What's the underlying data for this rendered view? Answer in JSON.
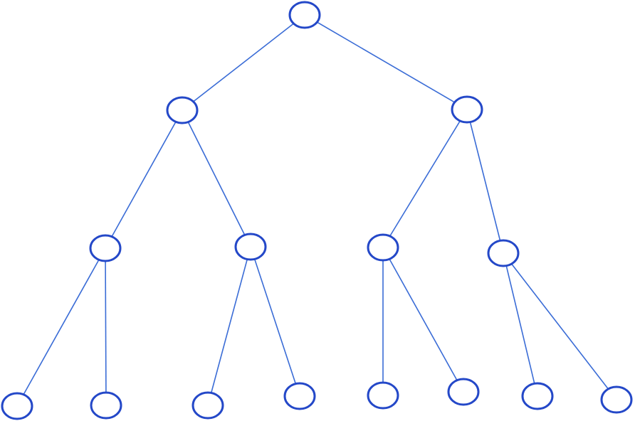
{
  "diagram": {
    "type": "binary-tree",
    "labels_shown": false,
    "colors": {
      "node_stroke": "#2448c8",
      "edge": "#3a6cd6",
      "node_fill": "#ffffff",
      "background": "#ffffff"
    },
    "nodes": [
      {
        "id": "n1",
        "level": 0
      },
      {
        "id": "n2",
        "level": 1
      },
      {
        "id": "n3",
        "level": 1
      },
      {
        "id": "n4",
        "level": 2
      },
      {
        "id": "n5",
        "level": 2
      },
      {
        "id": "n6",
        "level": 2
      },
      {
        "id": "n7",
        "level": 2
      },
      {
        "id": "n8",
        "level": 3
      },
      {
        "id": "n9",
        "level": 3
      },
      {
        "id": "n10",
        "level": 3
      },
      {
        "id": "n11",
        "level": 3
      },
      {
        "id": "n12",
        "level": 3
      },
      {
        "id": "n13",
        "level": 3
      },
      {
        "id": "n14",
        "level": 3
      },
      {
        "id": "n15",
        "level": 3
      }
    ],
    "edges": [
      [
        "n1",
        "n2"
      ],
      [
        "n1",
        "n3"
      ],
      [
        "n2",
        "n4"
      ],
      [
        "n2",
        "n5"
      ],
      [
        "n3",
        "n6"
      ],
      [
        "n3",
        "n7"
      ],
      [
        "n4",
        "n8"
      ],
      [
        "n4",
        "n9"
      ],
      [
        "n5",
        "n10"
      ],
      [
        "n5",
        "n11"
      ],
      [
        "n6",
        "n12"
      ],
      [
        "n6",
        "n13"
      ],
      [
        "n7",
        "n14"
      ],
      [
        "n7",
        "n15"
      ]
    ]
  }
}
